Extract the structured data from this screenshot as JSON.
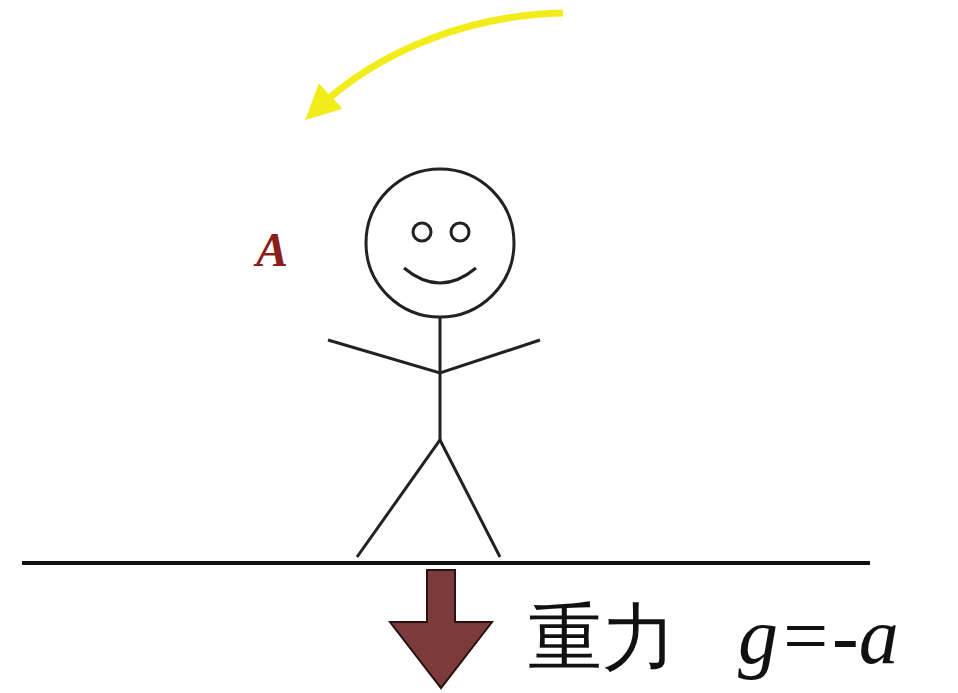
{
  "diagram": {
    "labels": [
      "A",
      "重力",
      "g=-a"
    ]
  }
}
